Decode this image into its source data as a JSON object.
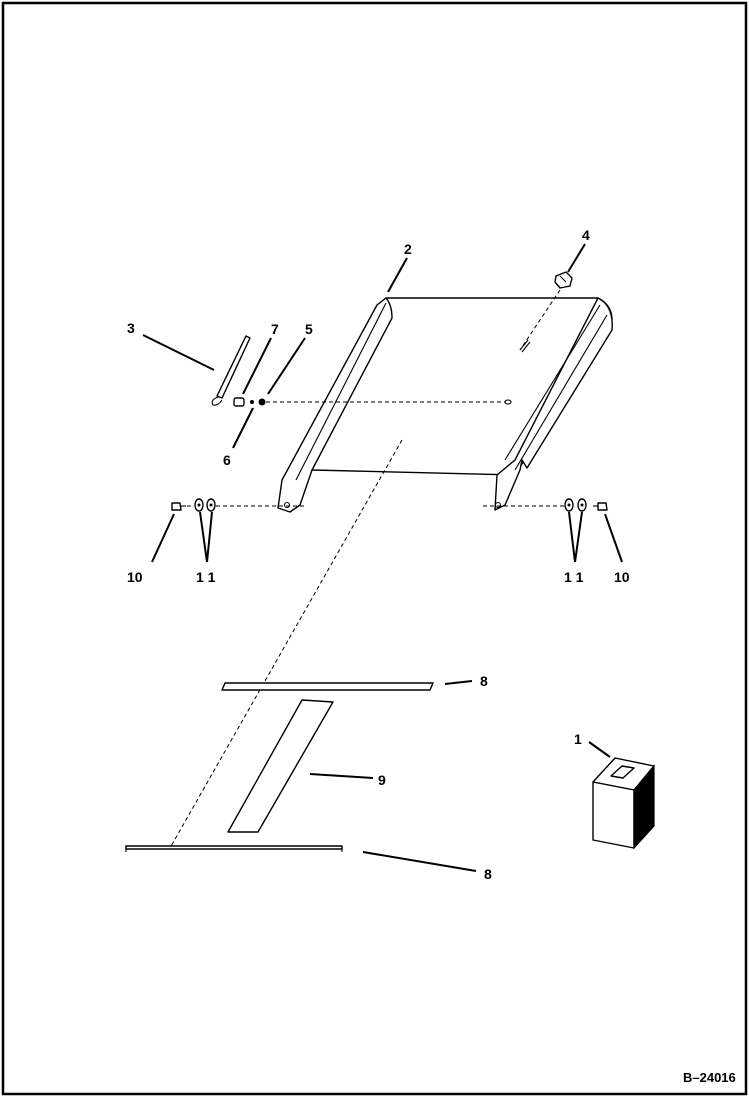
{
  "figure_id": "B–24016",
  "callouts": {
    "c1": "1",
    "c2": "2",
    "c3": "3",
    "c4": "4",
    "c5": "5",
    "c6": "6",
    "c7": "7",
    "c8_top": "8",
    "c8_bottom": "8",
    "c9": "9",
    "c10_left": "10",
    "c10_right": "10",
    "c11_left": "1 1",
    "c11_right": "1 1"
  }
}
